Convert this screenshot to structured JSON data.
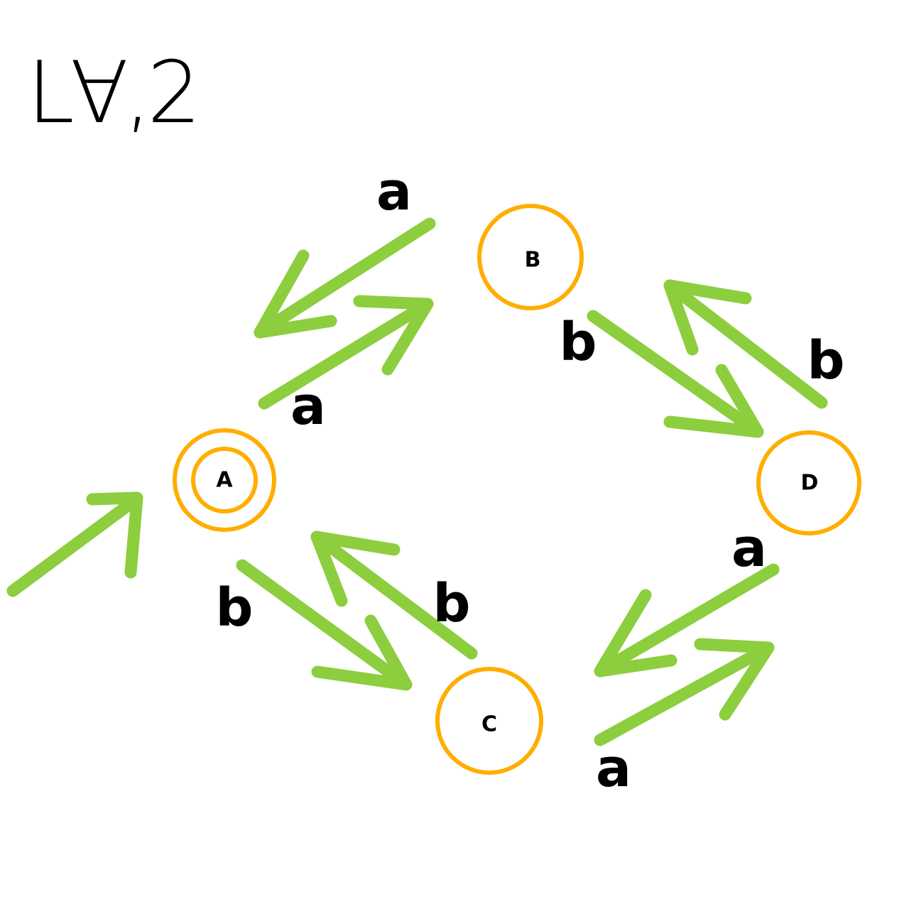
{
  "title": "L∀,2",
  "colors": {
    "state_outline": "#ffae00",
    "arrow": "#8cce3e",
    "text": "#000000"
  },
  "states": [
    {
      "id": "A",
      "label": "A",
      "accepting": true,
      "initial": true
    },
    {
      "id": "B",
      "label": "B",
      "accepting": false,
      "initial": false
    },
    {
      "id": "C",
      "label": "C",
      "accepting": false,
      "initial": false
    },
    {
      "id": "D",
      "label": "D",
      "accepting": false,
      "initial": false
    }
  ],
  "transitions": [
    {
      "from": "A",
      "to": "B",
      "label": "a"
    },
    {
      "from": "B",
      "to": "A",
      "label": "a"
    },
    {
      "from": "B",
      "to": "D",
      "label": "b"
    },
    {
      "from": "D",
      "to": "B",
      "label": "b"
    },
    {
      "from": "A",
      "to": "C",
      "label": "b"
    },
    {
      "from": "C",
      "to": "A",
      "label": "b"
    },
    {
      "from": "C",
      "to": "D",
      "label": "a"
    },
    {
      "from": "D",
      "to": "C",
      "label": "a"
    }
  ]
}
